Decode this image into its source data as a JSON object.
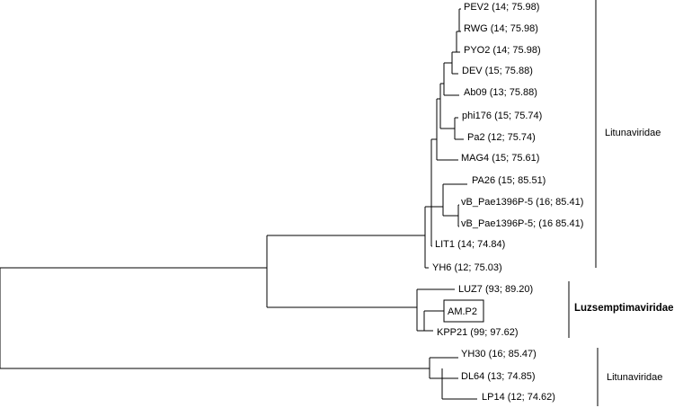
{
  "taxa": {
    "pev2": "PEV2 (14; 75.98)",
    "rwg": "RWG (14; 75.98)",
    "pyo2": "PYO2 (14; 75.98)",
    "dev": "DEV (15; 75.88)",
    "ab09": "Ab09 (13; 75.88)",
    "phi176": "phi176 (15; 75.74)",
    "pa2": "Pa2 (12; 75.74)",
    "mag4": "MAG4 (15; 75.61)",
    "pa26": "PA26 (15; 85.51)",
    "vb1": "vB_Pae1396P-5 (16; 85.41)",
    "vb2": "vB_Pae1396P-5; (16 85.41)",
    "lit1": "LIT1 (14; 74.84)",
    "yh6": "YH6 (12; 75.03)",
    "luz7": "LUZ7 (93; 89.20)",
    "amp2": "AM.P2",
    "kpp21": "KPP21 (99; 97.62)",
    "yh30": "YH30 (16; 85.47)",
    "dl64": "DL64 (13; 74.85)",
    "lp14": "LP14 (12; 74.62)"
  },
  "clades": {
    "top": "Litunaviridae",
    "middle": "Luzsemptimaviridae",
    "bottom": "Litunaviridae"
  }
}
